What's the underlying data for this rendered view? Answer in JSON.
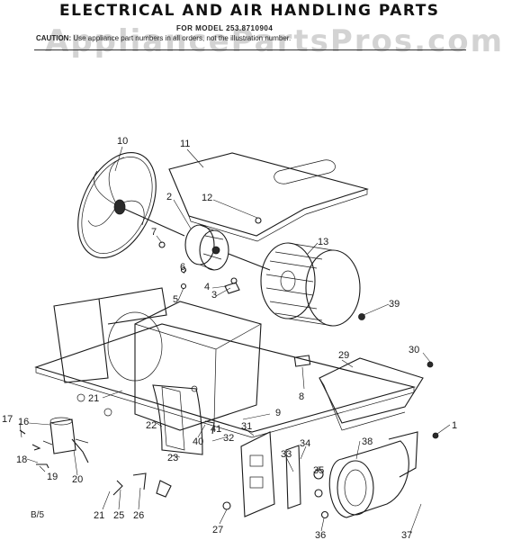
{
  "header": {
    "title": "ELECTRICAL AND AIR HANDLING PARTS",
    "model_line": "FOR MODEL 253.8710904",
    "caution_label": "CAUTION:",
    "caution_text": "Use appliance part numbers in all orders, not the illustration number."
  },
  "watermark": "AppliancePartsPros.com",
  "sheet_code": "B/5",
  "callouts": [
    "10",
    "11",
    "2",
    "12",
    "7",
    "13",
    "6",
    "4",
    "3",
    "5",
    "39",
    "30",
    "29",
    "21",
    "8",
    "9",
    "17",
    "16",
    "22",
    "40",
    "41",
    "32",
    "31",
    "18",
    "19",
    "20",
    "23",
    "34",
    "38",
    "33",
    "35",
    "21",
    "25",
    "26",
    "27",
    "36",
    "37",
    "1"
  ],
  "colors": {
    "ink": "#1a1a1a",
    "paper": "#ffffff",
    "watermark": "#828282"
  }
}
